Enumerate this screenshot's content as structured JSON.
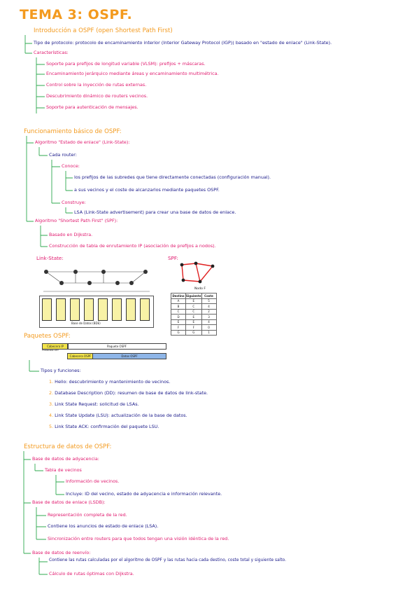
{
  "title": "TEMA 3: OSPF.",
  "intro": {
    "heading": "Introducción a OSPF (open Shortest Path First)",
    "tipo": "Tipo de protocolo: protocolo de encaminamiento interior (Interior Gateway Protocol (IGP)) basado en \"estado de enlace\" (Link-State).",
    "caracteristicas_label": "Características:",
    "caracteristicas": [
      "Soporte para prefijos de longitud variable (VLSM): prefijos + máscaras.",
      "Encaminamiento jerárquico mediante áreas y encaminamiento multimétrica.",
      "Control sobre la inyección de rutas externas.",
      "Descubrimiento dinámico de routers vecinos.",
      "Soporte para autenticación de mensajes."
    ]
  },
  "funcionamiento": {
    "heading": "Funcionamiento básico de OSPF:",
    "algoritmo_ls": "Algoritmo \"Estado de enlace\" (Link-State):",
    "cada_router": "Cada router:",
    "conoce": "Conoce:",
    "conoce_items": [
      "los prefijos de las subredes que tiene directamente conectadas (configuración manual).",
      "a sus vecinos y el coste de alcanzarlos mediante paquetes OSPF."
    ],
    "construye": "Construye:",
    "construye_item": "LSA (Link-State advertisement) para crear una base de datos de enlace.",
    "algoritmo_spf": "Algoritmo \"Shortest Path First\" (SPF):",
    "spf_items": [
      "Basado en Dijkstra.",
      "Construcción de tabla de enrutamiento IP (asociación de prefijos a nodos)."
    ],
    "label_linkstate": "Link-State:",
    "label_spf": "SPF:",
    "db_caption": "Base de Datos (BDE)",
    "nodef": {
      "title": "Nodo F",
      "headers": [
        "Destino",
        "Siguiente",
        "Coste"
      ],
      "rows": [
        [
          "A",
          "E",
          "5"
        ],
        [
          "B",
          "C",
          "4"
        ],
        [
          "C",
          "C",
          "2"
        ],
        [
          "D",
          "E",
          "3"
        ],
        [
          "E",
          "E",
          "4"
        ],
        [
          "F",
          "F",
          "0"
        ],
        [
          "G",
          "G",
          "1"
        ]
      ]
    }
  },
  "paquetes": {
    "heading": "Paquetes OSPF:",
    "cabecera_ip": "Cabecera IP",
    "protocolo": "Protocolo=89",
    "paquete_ospf": "Paquete OSPF",
    "cabecera_ospf": "Cabecera OSPF",
    "datos_ospf": "Datos OSPF",
    "tipos_label": "Tipos y funciones:",
    "tipos": [
      {
        "n": "1.",
        "text": "Hello: descubrimiento y mantenimiento de vecinos."
      },
      {
        "n": "2.",
        "text": "Database Description (DD): resumen de base de datos de link-state."
      },
      {
        "n": "3.",
        "text": "Link State Request: solicitud de LSAs."
      },
      {
        "n": "4.",
        "text": "Link State Update (LSU): actualización de la base de datos."
      },
      {
        "n": "5.",
        "text": "Link State ACK: confirmación del paquete LSU."
      }
    ]
  },
  "estructura": {
    "heading": "Estructura de datos de OSPF:",
    "adyacencia": "Base de datos de adyacencia:",
    "tabla_vecinos": "Tabla de vecinos",
    "vecinos_items": [
      "Información de vecinos.",
      "Incluye: ID del vecino, estado de adyacencia e información relevante."
    ],
    "lsdb": "Base de datos de enlace (LSDB):",
    "lsdb_items": [
      "Representación completa de la red.",
      "Contiene los anuncios de estado de enlace (LSA).",
      "Sincronización entre routers para que todos tengan una visión idéntica de la red."
    ],
    "reenvio": "Base de datos de reenvío:",
    "reenvio_items": [
      "Contiene las rutas calculadas por el algoritmo de OSPF y las rutas hacia cada destino, coste total y siguiente salto.",
      "Cálculo de rutas óptimas con Dijkstra."
    ]
  },
  "colors": {
    "orange": "#f39a1e",
    "pink": "#e0196e",
    "blue": "#1a1a8a",
    "green": "#2fa84f"
  }
}
